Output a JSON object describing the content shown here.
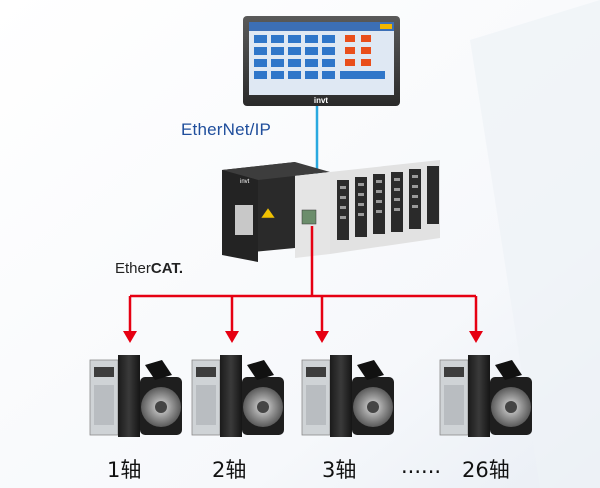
{
  "network": {
    "ethernet_ip_label": "EtherNet/IP",
    "ethercat_label_prefix": "Ether",
    "ethercat_label_bold": "CAT."
  },
  "hmi": {
    "brand": "invt",
    "screen_title": "步進伺服調試界面"
  },
  "plc": {
    "brand": "invt"
  },
  "axes": {
    "items": [
      {
        "label": "1轴"
      },
      {
        "label": "2轴"
      },
      {
        "label": "3轴"
      },
      {
        "label": "26轴"
      }
    ],
    "ellipsis": "......"
  },
  "colors": {
    "ethernet_line": "#29a9e0",
    "ethercat_line": "#e60012",
    "ethernet_text": "#1f4e9c"
  }
}
